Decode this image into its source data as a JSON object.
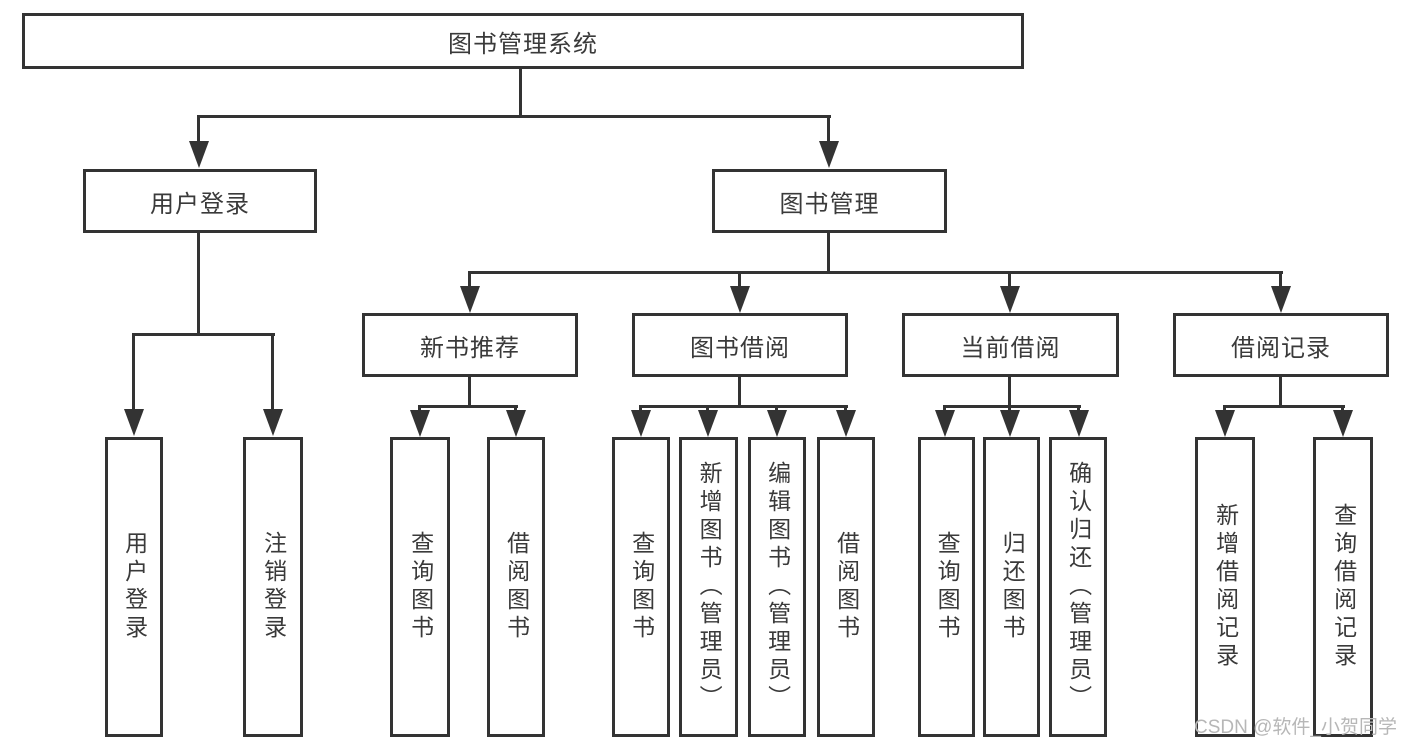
{
  "diagram_title": "图书管理系统",
  "tree": {
    "root": {
      "label": "图书管理系统",
      "children": [
        {
          "label": "用户登录",
          "children": [
            {
              "label": "用户登录"
            },
            {
              "label": "注销登录"
            }
          ]
        },
        {
          "label": "图书管理",
          "children": [
            {
              "label": "新书推荐",
              "children": [
                {
                  "label": "查询图书"
                },
                {
                  "label": "借阅图书"
                }
              ]
            },
            {
              "label": "图书借阅",
              "children": [
                {
                  "label": "查询图书"
                },
                {
                  "label": "新增图书（管理员）"
                },
                {
                  "label": "编辑图书（管理员）"
                },
                {
                  "label": "借阅图书"
                }
              ]
            },
            {
              "label": "当前借阅",
              "children": [
                {
                  "label": "查询图书"
                },
                {
                  "label": "归还图书"
                },
                {
                  "label": "确认归还（管理员）"
                }
              ]
            },
            {
              "label": "借阅记录",
              "children": [
                {
                  "label": "新增借阅记录"
                },
                {
                  "label": "查询借阅记录"
                }
              ]
            }
          ]
        }
      ]
    }
  },
  "watermark": {
    "text": "CSDN @软件_小贺同学"
  },
  "colors": {
    "line": "#333333",
    "box_border": "#333333",
    "text": "#3a3a3a",
    "watermark": "#b7b7b7",
    "background": "#ffffff"
  }
}
